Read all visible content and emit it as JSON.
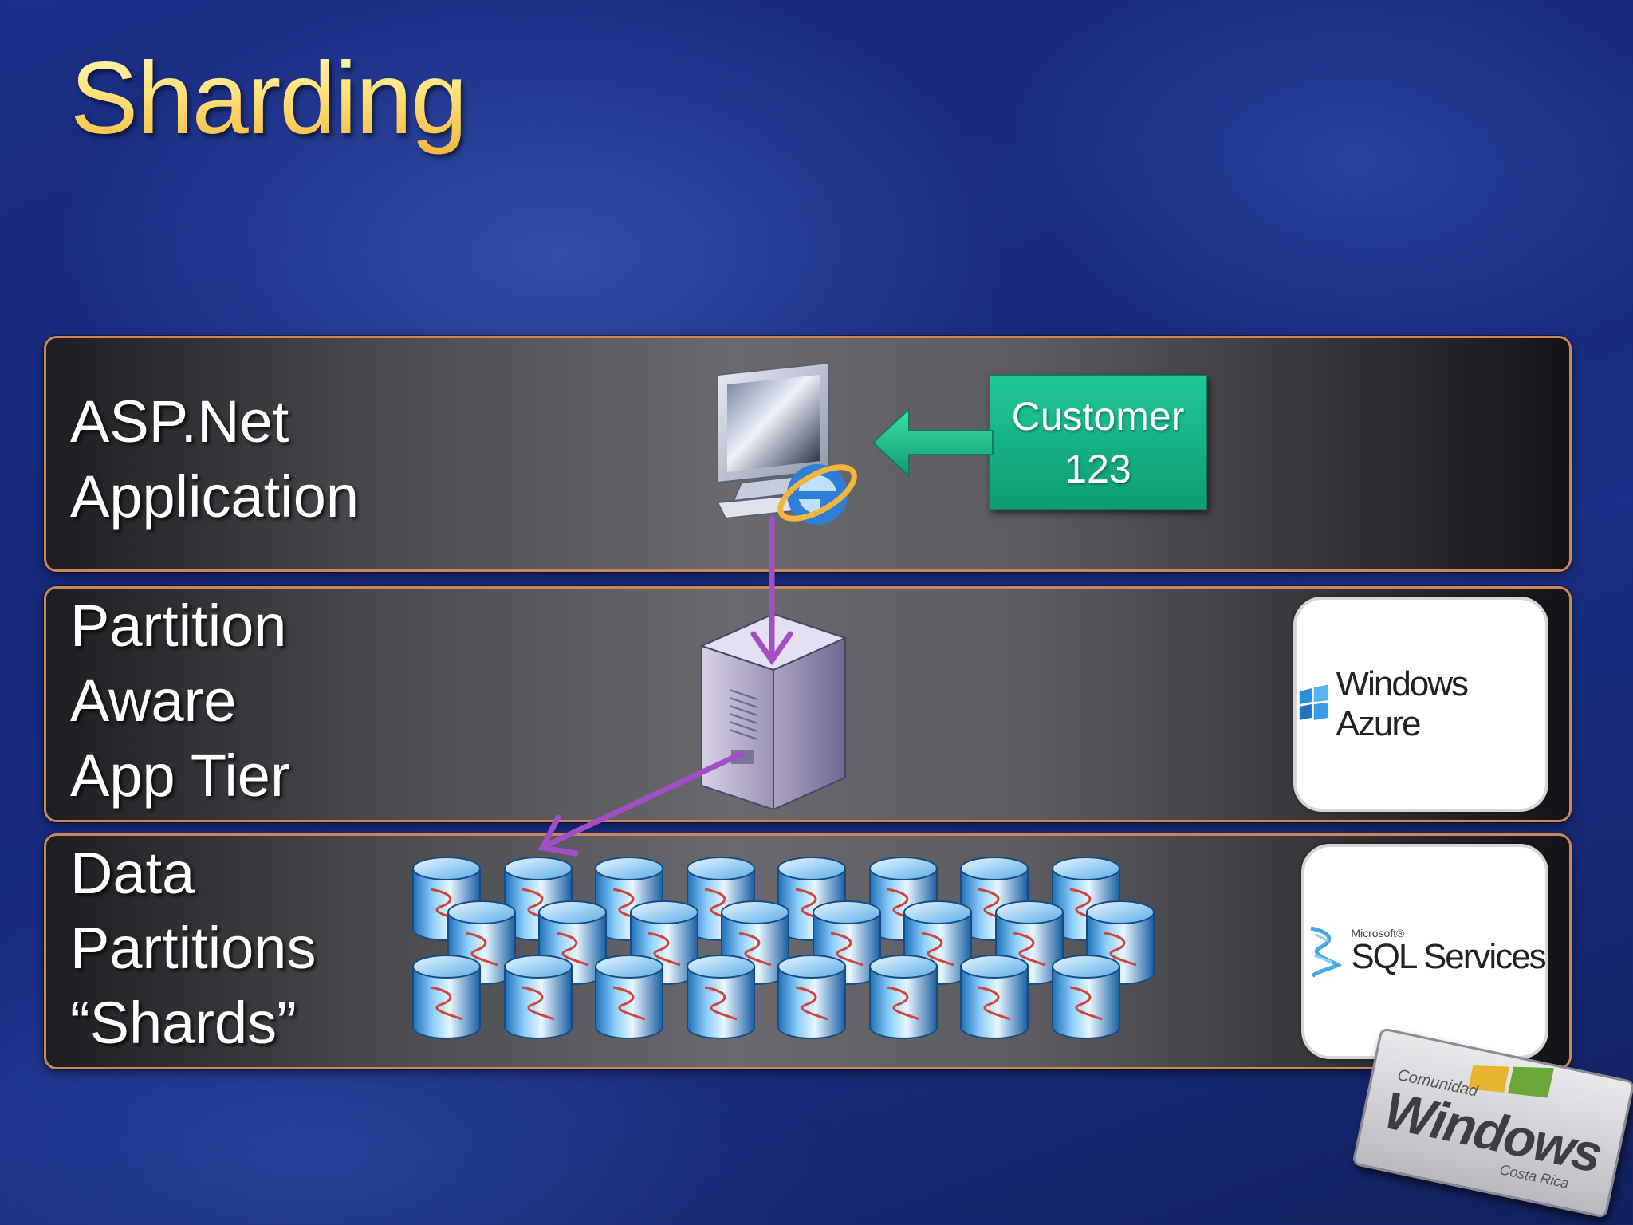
{
  "slide": {
    "title": "Sharding"
  },
  "tiers": [
    {
      "lines": [
        "ASP.Net",
        "Application"
      ]
    },
    {
      "lines": [
        "Partition",
        "Aware",
        "App Tier"
      ]
    },
    {
      "lines": [
        "Data",
        "Partitions",
        "“Shards”"
      ]
    }
  ],
  "customer_box": {
    "line1": "Customer",
    "line2": "123"
  },
  "logos": {
    "azure": "Windows Azure",
    "sql_small": "Microsoft®",
    "sql": "SQL Services"
  },
  "badge": {
    "comunidad": "Comunidad",
    "windows": "Windows",
    "country": "Costa Rica"
  },
  "colors": {
    "arrow_purple": "#a24ec7",
    "customer_green": "#15b083",
    "title_gold": "#ffd66a",
    "band_border": "#c9875a"
  },
  "icons": [
    "computer-monitor-icon",
    "internet-explorer-icon",
    "server-icon",
    "database-cylinder-icon",
    "windows-flag-icon",
    "sql-services-icon"
  ]
}
